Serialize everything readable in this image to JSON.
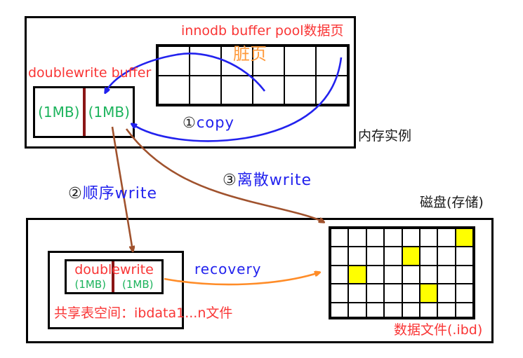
{
  "colors": {
    "red_text": "#f93535",
    "green_text": "#1cb35c",
    "blue": "#2222ee",
    "orange": "#ff9a3c",
    "brown_arrow": "#a0522d",
    "orange_arrow": "#ff8c28",
    "divider_dark_red": "#8b1616",
    "highlight_yellow": "#ffff00"
  },
  "memory_box": {
    "label": "内存实例",
    "buffer_pool": {
      "title": "innodb buffer pool数据页",
      "dirty_label": "脏页",
      "grid": {
        "cols": 6,
        "rows": 2,
        "highlight_cells": []
      }
    },
    "doublewrite": {
      "title": "doublewrite buffer",
      "cells": [
        "(1MB)",
        "(1MB)"
      ]
    }
  },
  "arrows": {
    "copy": {
      "num": "①",
      "text": "copy"
    },
    "seq": {
      "num": "②",
      "text": "顺序write"
    },
    "disc": {
      "num": "③",
      "text": "离散write"
    },
    "recovery": {
      "text": "recovery"
    }
  },
  "disk_box": {
    "title": "磁盘(存储)",
    "shared_tablespace": {
      "doublewrite_title": "doublewrite",
      "cells": [
        "(1MB)",
        "(1MB)"
      ],
      "label": "共享表空间：ibdata1...n文件"
    },
    "data_files": {
      "label": "数据文件(.ibd)",
      "grid": {
        "cols": 8,
        "rows": 5,
        "highlight_cells": [
          [
            0,
            7
          ],
          [
            1,
            4
          ],
          [
            2,
            1
          ],
          [
            3,
            5
          ]
        ]
      }
    }
  }
}
